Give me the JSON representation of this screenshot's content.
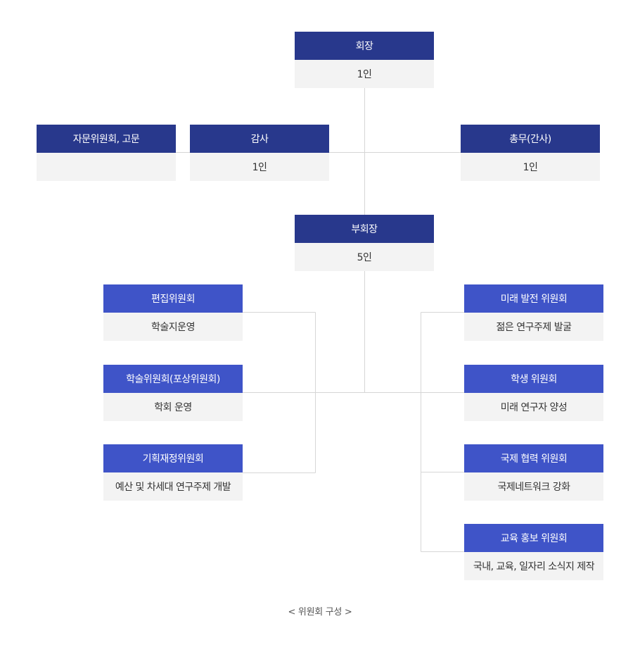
{
  "top": {
    "president": {
      "title": "회장",
      "value": "1인"
    },
    "advisory": {
      "title": "자문위원회, 고문",
      "value": ""
    },
    "audit": {
      "title": "감사",
      "value": "1인"
    },
    "secretary": {
      "title": "총무(간사)",
      "value": "1인"
    },
    "vice_president": {
      "title": "부회장",
      "value": "5인"
    }
  },
  "left_committees": [
    {
      "title": "편집위원회",
      "value": "학술지운영"
    },
    {
      "title": "학술위원회(포상위원회)",
      "value": "학회 운영"
    },
    {
      "title": "기획재정위원회",
      "value": "예산 및 차세대 연구주제 개발"
    }
  ],
  "right_committees": [
    {
      "title": "미래 발전 위원회",
      "value": "젊은 연구주제 발굴"
    },
    {
      "title": "학생 위원회",
      "value": "미래 연구자 양성"
    },
    {
      "title": "국제 협력 위원회",
      "value": "국제네트워크 강화"
    },
    {
      "title": "교육 홍보 위원회",
      "value": "국내, 교육, 일자리 소식지 제작"
    }
  ],
  "caption": "< 위원회 구성 >",
  "colors": {
    "header_dark": "#28388c",
    "header_light": "#3f54c8",
    "body_bg": "#f3f3f3",
    "line": "#d6d6d6"
  }
}
